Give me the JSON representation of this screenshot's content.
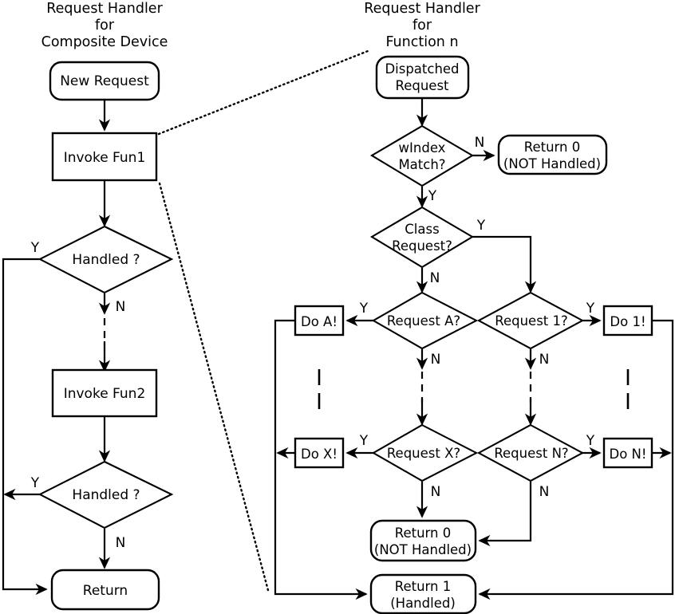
{
  "diagram": {
    "background_color": "#ffffff",
    "line_color": "#000000",
    "left_panel": {
      "title_line1": "Request Handler",
      "title_line2": "for",
      "title_line3": "Composite Device",
      "nodes": {
        "new_request": "New Request",
        "invoke_fun1": "Invoke Fun1",
        "handled_1": "Handled ?",
        "invoke_fun2": "Invoke Fun2",
        "handled_2": "Handled ?",
        "return": "Return"
      },
      "edge_labels": {
        "handled1_yes": "Y",
        "handled1_no": "N",
        "handled2_yes": "Y",
        "handled2_no": "N"
      }
    },
    "right_panel": {
      "title_line1": "Request Handler",
      "title_line2": "for",
      "title_line3": "Function n",
      "nodes": {
        "dispatched_request_line1": "Dispatched",
        "dispatched_request_line2": "Request",
        "windex_match_line1": "wIndex",
        "windex_match_line2": "Match?",
        "return0_top_line1": "Return 0",
        "return0_top_line2": "(NOT Handled)",
        "class_request_line1": "Class",
        "class_request_line2": "Request?",
        "request_a": "Request A?",
        "request_1": "Request 1?",
        "request_x": "Request X?",
        "request_n": "Request N?",
        "do_a": "Do A!",
        "do_1": "Do 1!",
        "do_x": "Do X!",
        "do_n": "Do N!",
        "return0_bottom_line1": "Return 0",
        "return0_bottom_line2": "(NOT Handled)",
        "return1_line1": "Return 1",
        "return1_line2": "(Handled)"
      },
      "edge_labels": {
        "windex_no": "N",
        "windex_yes": "Y",
        "class_yes": "Y",
        "class_no": "N",
        "request_a_yes": "Y",
        "request_a_no": "N",
        "request_1_yes": "Y",
        "request_1_no": "N",
        "request_x_yes": "Y",
        "request_x_no": "N",
        "request_n_yes": "Y",
        "request_n_no": "N"
      }
    }
  }
}
